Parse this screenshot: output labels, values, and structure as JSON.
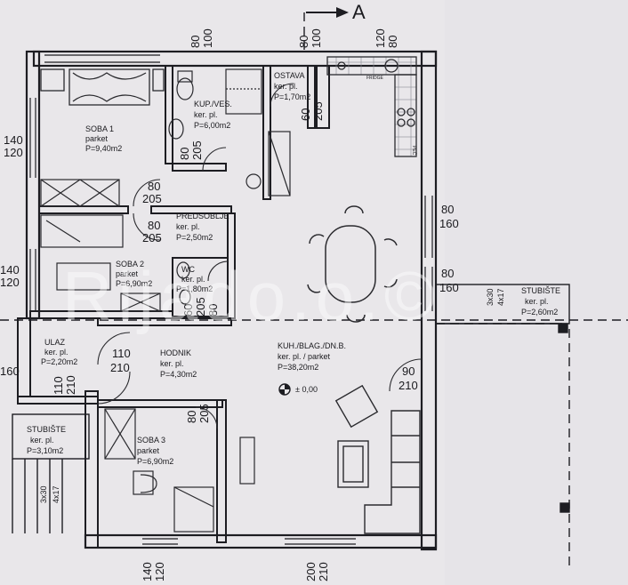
{
  "section_marker": "A",
  "watermark": "Rijado.o.©",
  "elevation": "± 0,00",
  "rooms": {
    "soba1": {
      "name": "SOBA 1",
      "floor": "parket",
      "area": "P=9,40m2"
    },
    "kupves": {
      "name": "KUP./VES.",
      "floor": "ker. pl.",
      "area": "P=6,00m2"
    },
    "ostava": {
      "name": "OSTAVA",
      "floor": "ker. pl.",
      "area": "P=1,70m2"
    },
    "predsoblje": {
      "name": "PREDSOBLJE",
      "floor": "ker. pl.",
      "area": "P=2,50m2"
    },
    "soba2": {
      "name": "SOBA 2",
      "floor": "parket",
      "area": "P=6,90m2"
    },
    "wc": {
      "name": "WC",
      "floor": "ker. pl.",
      "area": "P=1,80m2"
    },
    "ulaz": {
      "name": "ULAZ",
      "floor": "ker. pl.",
      "area": "P=2,20m2"
    },
    "hodnik": {
      "name": "HODNIK",
      "floor": "ker. pl.",
      "area": "P=4,30m2"
    },
    "kuhinja": {
      "name": "KUH./BLAG./DN.B.",
      "floor": "ker. pl. / parket",
      "area": "P=38,20m2"
    },
    "soba3": {
      "name": "SOBA 3",
      "floor": "parket",
      "area": "P=6,90m2"
    },
    "stubiste_left": {
      "name": "STUBIŠTE",
      "floor": "ker. pl.",
      "area": "P=3,10m2"
    },
    "stubiste_right": {
      "name": "STUBIŠTE",
      "floor": "ker. pl.",
      "area": "P=2,60m2"
    }
  },
  "stairs": {
    "left": [
      "3x30",
      "4x17"
    ],
    "right": [
      "3x30",
      "4x17"
    ]
  },
  "appliances": {
    "fridge": "FRIDGE",
    "stove": "PEĆ"
  },
  "dimensions": {
    "top_80_100_a": [
      "80",
      "100"
    ],
    "top_80_100_b": [
      "80",
      "100"
    ],
    "top_120_80": [
      "120",
      "80"
    ],
    "left_140_120": [
      "140",
      "120"
    ],
    "left_140_120_b": [
      "140",
      "120"
    ],
    "left_160": "160",
    "kup_80": "80",
    "kup_205": "205",
    "ost_60": "60",
    "ost_205": "205",
    "pred_80": "80",
    "pred_205": "205",
    "pred2_80": "80",
    "pred2_205": "205",
    "right_80": "80",
    "right_160": "160",
    "right2_80": "80",
    "right2_160": "160",
    "wc_60": "60",
    "wc_205": "205",
    "wc_80": "80",
    "ulaz_110": "110",
    "ulaz_210": "210",
    "ulaz2_110": "110",
    "ulaz2_210": "210",
    "kuh_90": "90",
    "kuh_210": "210",
    "soba3_80": "80",
    "soba3_205": "205",
    "bottom_140": "140",
    "bottom_120": "120",
    "bottom_200": "200",
    "bottom_210": "210"
  }
}
